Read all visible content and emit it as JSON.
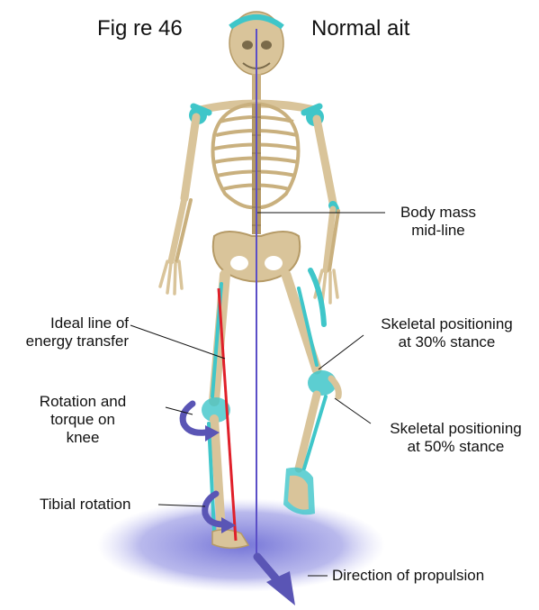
{
  "header": {
    "figure_number": "Fig re 46",
    "figure_title": "Normal ait"
  },
  "labels": {
    "body_mass_midline": [
      "Body mass",
      "mid-line"
    ],
    "ideal_line": [
      "Ideal line of",
      "energy transfer"
    ],
    "rotation_torque": [
      "Rotation and",
      "torque on",
      "knee"
    ],
    "tibial_rotation": "Tibial rotation",
    "skeletal_30": [
      "Skeletal positioning",
      "at 30% stance"
    ],
    "skeletal_50": [
      "Skeletal positioning",
      "at 50% stance"
    ],
    "propulsion": "Direction of propulsion"
  },
  "colors": {
    "midline": "#5b4fc7",
    "energy_line": "#e0202a",
    "arrow": "#5a55b5",
    "bone": "#d9c49a",
    "bone_shadow": "#b59a66",
    "highlight": "#3fc6c9",
    "shadow": "#6f6fd0"
  }
}
